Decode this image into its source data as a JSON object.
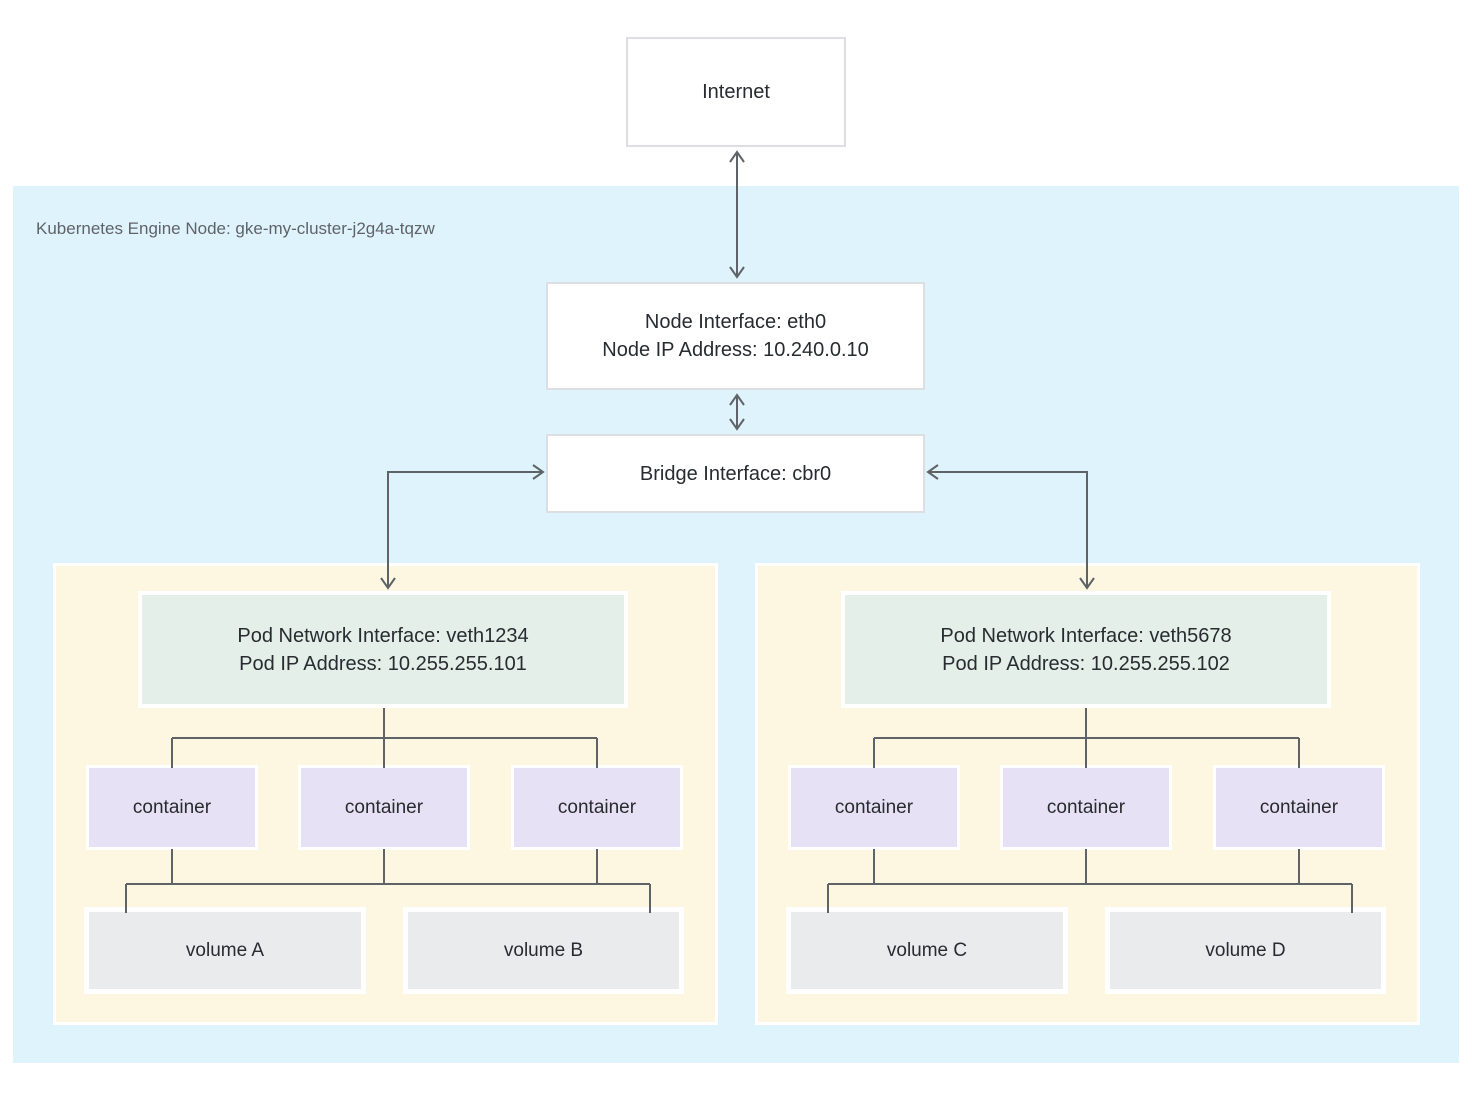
{
  "diagram": {
    "internet_label": "Internet",
    "group_label": "Kubernetes Engine Node: gke-my-cluster-j2g4a-tqzw",
    "node_interface": {
      "line1": "Node Interface: eth0",
      "line2": "Node IP Address: 10.240.0.10"
    },
    "bridge_label": "Bridge Interface: cbr0",
    "pods": [
      {
        "interface": {
          "line1": "Pod Network Interface: veth1234",
          "line2": "Pod IP Address: 10.255.255.101"
        },
        "containers": [
          "container",
          "container",
          "container"
        ],
        "volumes": [
          "volume A",
          "volume B"
        ]
      },
      {
        "interface": {
          "line1": "Pod Network Interface: veth5678",
          "line2": "Pod IP Address: 10.255.255.102"
        },
        "containers": [
          "container",
          "container",
          "container"
        ],
        "volumes": [
          "volume C",
          "volume D"
        ]
      }
    ]
  },
  "colors": {
    "node_region": "#dff3fc",
    "pod": "#fdf7e2",
    "pod_interface": "#e3efe8",
    "container": "#e6e1f4",
    "volume": "#e9ebed",
    "box_border": "#dcdee1",
    "line": "#5f6368",
    "text": "#282b2f",
    "muted_text": "#5f6368",
    "white": "#ffffff"
  }
}
